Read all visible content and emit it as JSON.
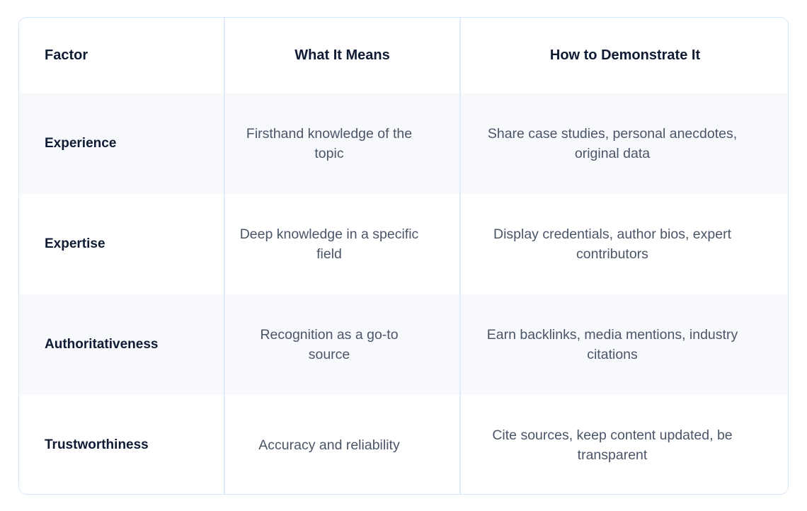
{
  "card": {
    "border_color": "#d6e6fa",
    "divider_color": "#dfecfb",
    "shaded_row_color": "#f7f9fd",
    "plain_row_color": "#ffffff",
    "heading_color": "#0f1b33",
    "body_text_color": "#4a5568"
  },
  "table": {
    "headers": {
      "factor": "Factor",
      "what_it_means": "What It Means",
      "how_to_demonstrate": "How to Demonstrate It"
    },
    "rows": [
      {
        "factor": "Experience",
        "what_it_means": "Firsthand knowledge of the topic",
        "how_to_demonstrate": "Share case studies, personal anecdotes, original data",
        "shaded": true
      },
      {
        "factor": "Expertise",
        "what_it_means": "Deep knowledge in a specific field",
        "how_to_demonstrate": "Display credentials, author bios, expert contributors",
        "shaded": false
      },
      {
        "factor": "Authoritativeness",
        "what_it_means": "Recognition as a go-to source",
        "how_to_demonstrate": "Earn backlinks, media mentions, industry citations",
        "shaded": true
      },
      {
        "factor": "Trustworthiness",
        "what_it_means": "Accuracy and reliability",
        "how_to_demonstrate": "Cite sources, keep content updated, be transparent",
        "shaded": false
      }
    ]
  }
}
